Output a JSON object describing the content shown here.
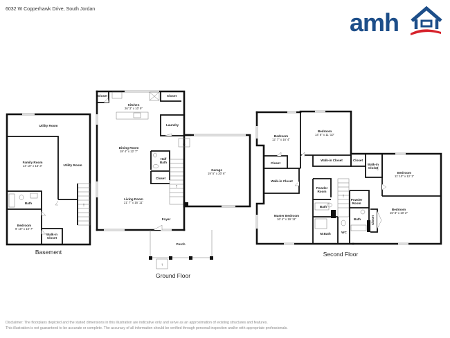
{
  "header": {
    "address": "6032 W Copperhawk Drive, South Jordan",
    "logo": {
      "text": "amh",
      "icon": "house-roof-icon",
      "colors": {
        "blue": "#1d4e89",
        "red": "#d6222b"
      }
    }
  },
  "floors": {
    "basement": {
      "label": "Basement",
      "rooms": [
        {
          "name": "Utility Room",
          "dims": ""
        },
        {
          "name": "Family Room",
          "dims": "14' 10\" x 16' 3\""
        },
        {
          "name": "Utility Room",
          "dims": ""
        },
        {
          "name": "Bath",
          "dims": ""
        },
        {
          "name": "Bedroom",
          "dims": "9' 10\" x 10' 7\""
        },
        {
          "name": "Walk-in",
          "name2": "Closet",
          "dims": ""
        }
      ]
    },
    "ground": {
      "label": "Ground Floor",
      "rooms": [
        {
          "name": "Closet"
        },
        {
          "name": "Kitchen",
          "dims": "26' 3\" x 10' 9\""
        },
        {
          "name": "Closet"
        },
        {
          "name": "Laundry"
        },
        {
          "name": "Dining Room",
          "dims": "18' 4\" x 12' 7\""
        },
        {
          "name": "Half",
          "name2": "Bath"
        },
        {
          "name": "Closet"
        },
        {
          "name": "Living Room",
          "dims": "21' 7\" x 16' 11\""
        },
        {
          "name": "Foyer"
        },
        {
          "name": "Garage",
          "dims": "19' 5\" x 20' 6\""
        },
        {
          "name": "Porch"
        }
      ]
    },
    "second": {
      "label": "Second Floor",
      "rooms": [
        {
          "name": "Bedroom",
          "dims": "12' 7\" x 16' 4\""
        },
        {
          "name": "Bedroom",
          "dims": "14' 6\" x 11' 10\""
        },
        {
          "name": "Closet"
        },
        {
          "name": "Walk-in Closet"
        },
        {
          "name": "Closet"
        },
        {
          "name": "Walk-in",
          "name2": "Closet"
        },
        {
          "name": "Bedroom",
          "dims": "11' 10\" x 12' 1\""
        },
        {
          "name": "Walk-in Closet"
        },
        {
          "name": "Powder",
          "name2": "Room"
        },
        {
          "name": "Powder",
          "name2": "Room"
        },
        {
          "name": "Bath"
        },
        {
          "name": "Bath"
        },
        {
          "name": "Master Bedroom",
          "dims": "16' 4\" x 19' 11\""
        },
        {
          "name": "M.Bath"
        },
        {
          "name": "WC"
        },
        {
          "name": "Closet"
        },
        {
          "name": "Bedroom",
          "dims": "15' 8\" x 10' 2\""
        }
      ]
    }
  },
  "disclaimer": {
    "line1": "Disclaimer: The floorplans depicted and the stated dimensions in this illustration are indicative only and serve as an approximation of existing structures and features.",
    "line2": "This illustration is not guaranteed to be accurate or complete. The accuracy of all information should be verified through personal inspection and/or with appropriate professionals."
  }
}
